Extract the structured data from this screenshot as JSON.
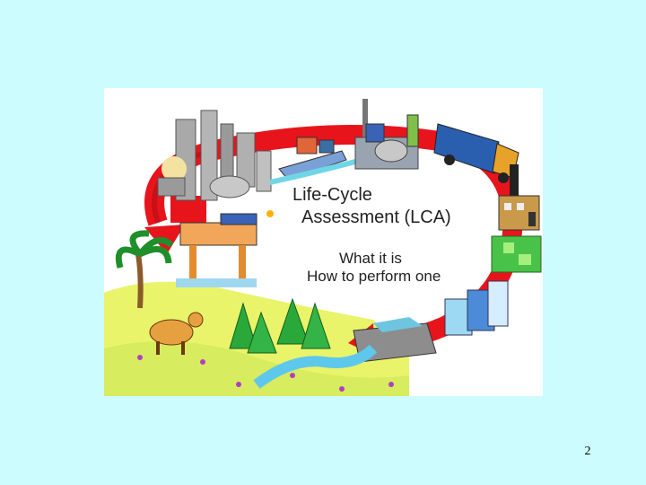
{
  "slide": {
    "diagram": {
      "title_line1": "Life-Cycle",
      "title_line2": "Assessment (LCA)",
      "subtitle_line1": "What it is",
      "subtitle_line2": "How to perform one"
    },
    "page_number": "2"
  },
  "colors": {
    "background": "#cdfcfe",
    "arrow": "#e8141c",
    "arrow_shade": "#a80c10"
  },
  "icons": [
    "refinery-icon",
    "oil-platform-icon",
    "palm-tree-icon",
    "cow-icon",
    "pine-trees-icon",
    "river-icon",
    "waste-container-icon",
    "packaged-goods-icon",
    "factory-icon",
    "truck-icon",
    "processing-plant-icon",
    "ship-icon"
  ]
}
